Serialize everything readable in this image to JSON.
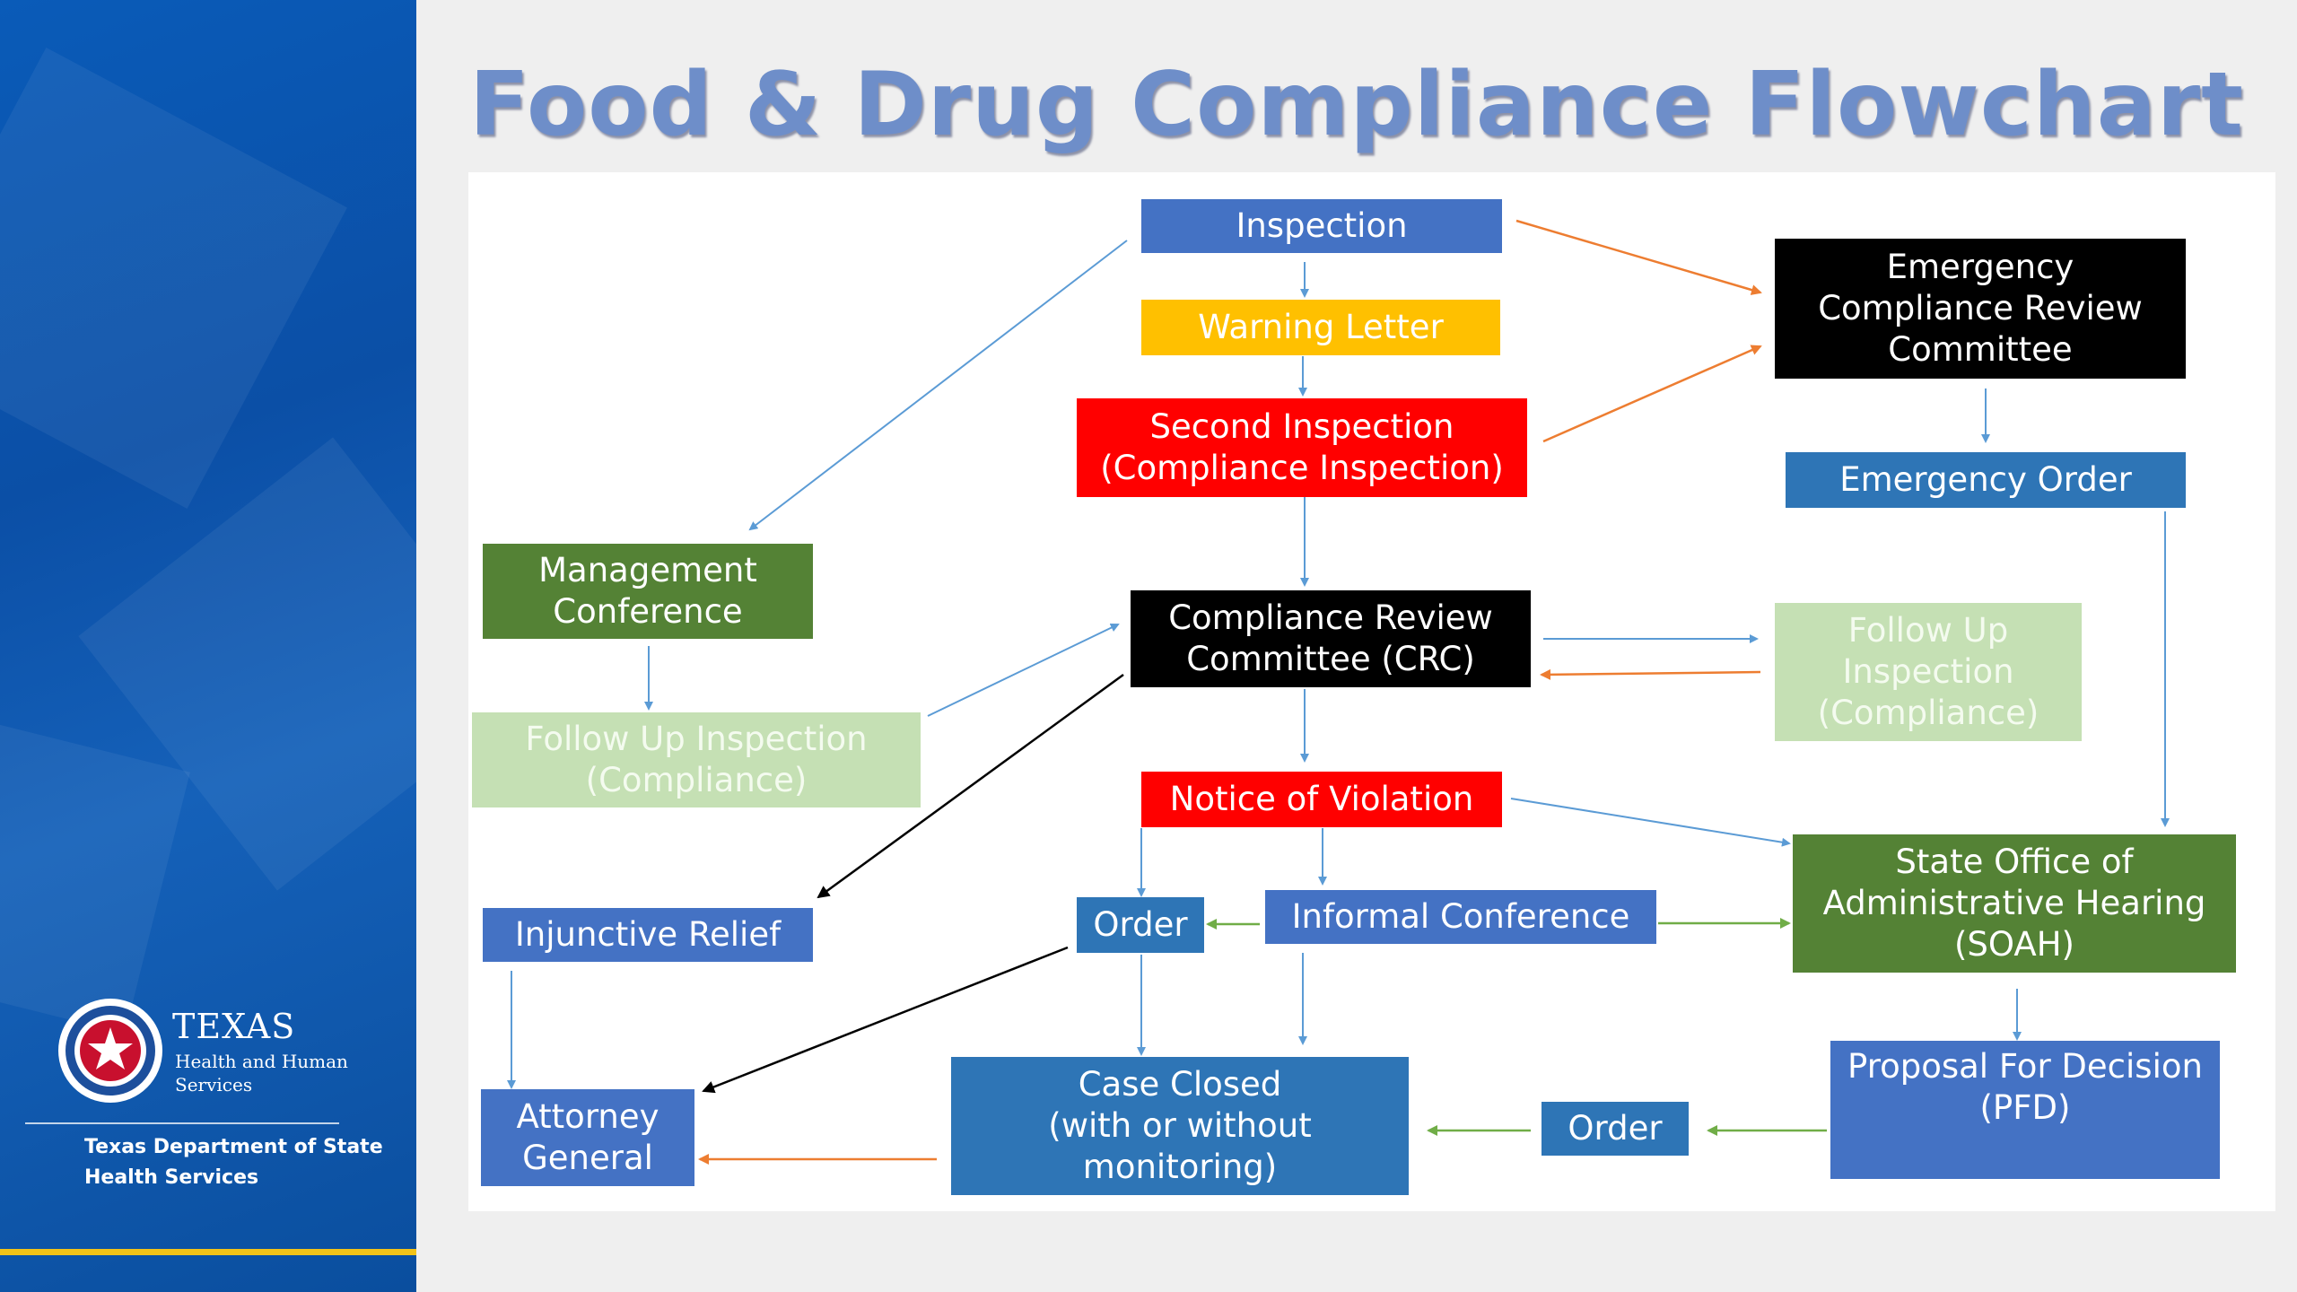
{
  "slide": {
    "title": "Food & Drug Compliance Flowchart"
  },
  "branding": {
    "logo_texas": "TEXAS",
    "logo_hhs": "Health and Human Services",
    "dshs": "Texas Department of State Health Services",
    "panel_color": "#0b55ac",
    "accent_bar_color": "#f2c318"
  },
  "nodes": {
    "inspection": "Inspection",
    "warning_letter": "Warning Letter",
    "second_inspection": "Second Inspection\n(Compliance Inspection)",
    "emergency_crc": "Emergency\nCompliance  Review\nCommittee",
    "emergency_order": "Emergency Order",
    "management_conference": "Management\nConference",
    "crc": "Compliance Review\nCommittee (CRC)",
    "follow_up_right": "Follow Up\nInspection\n(Compliance)",
    "follow_up_left": "Follow Up Inspection\n(Compliance)",
    "notice_of_violation": "Notice of Violation",
    "injunctive_relief": "Injunctive Relief",
    "order_mid": "Order",
    "informal_conference": "Informal Conference",
    "soah": "State Office of\nAdministrative Hearing\n(SOAH)",
    "attorney_general": "Attorney\nGeneral",
    "case_closed": "Case Closed\n(with or without\nmonitoring)",
    "order_bottom": "Order",
    "pfd": "Proposal For Decision\n(PFD)"
  },
  "colors": {
    "blue": "#4472c4",
    "steel": "#2e75b6",
    "red": "#ff0000",
    "gold": "#ffc000",
    "green": "#548235",
    "light_green": "#c5e0b4",
    "arrow_blue": "#5b9bd5",
    "arrow_orange": "#ed7d31",
    "arrow_green": "#70ad47",
    "arrow_black": "#000000"
  }
}
